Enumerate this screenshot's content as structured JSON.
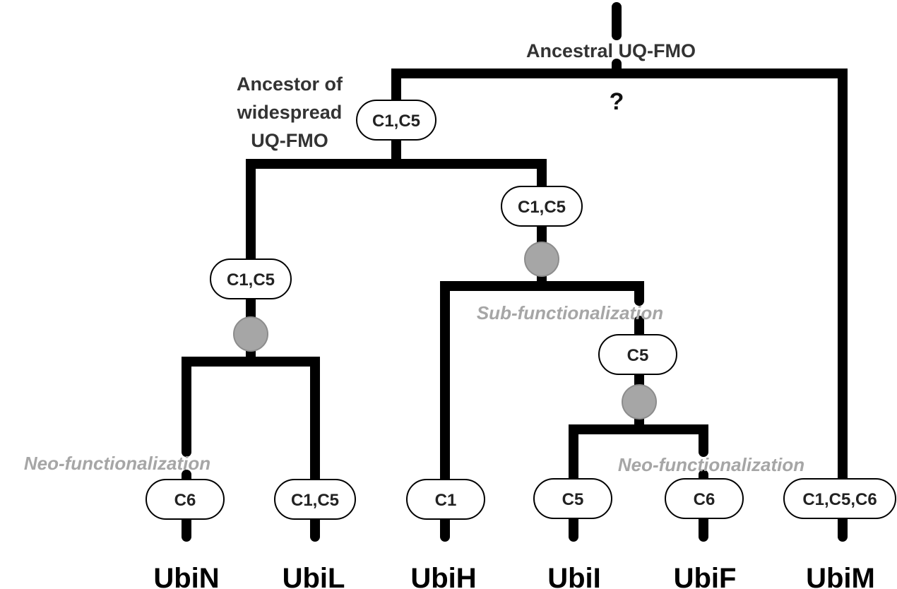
{
  "labels": {
    "root": "Ancestral UQ-FMO",
    "root_unknown": "?",
    "ancestor_line1": "Ancestor of",
    "ancestor_line2": "widespread",
    "ancestor_line3": "UQ-FMO",
    "sub_functionalization": "Sub-functionalization",
    "neo_functionalization_left": "Neo-functionalization",
    "neo_functionalization_right": "Neo-functionalization"
  },
  "nodes": {
    "ancestor": "C1,C5",
    "right_clade": "C1,C5",
    "left_clade": "C1,C5",
    "c5_clade": "C5",
    "ubiN": "C6",
    "ubiL": "C1,C5",
    "ubiH": "C1",
    "ubiI": "C5",
    "ubiF": "C6",
    "ubiM": "C1,C5,C6"
  },
  "leaves": {
    "ubiN": "UbiN",
    "ubiL": "UbiL",
    "ubiH": "UbiH",
    "ubiI": "UbiI",
    "ubiF": "UbiF",
    "ubiM": "UbiM"
  },
  "colors": {
    "branch": "#000000",
    "duplication": "#a6a6a6",
    "annotation": "#a6a6a6"
  }
}
